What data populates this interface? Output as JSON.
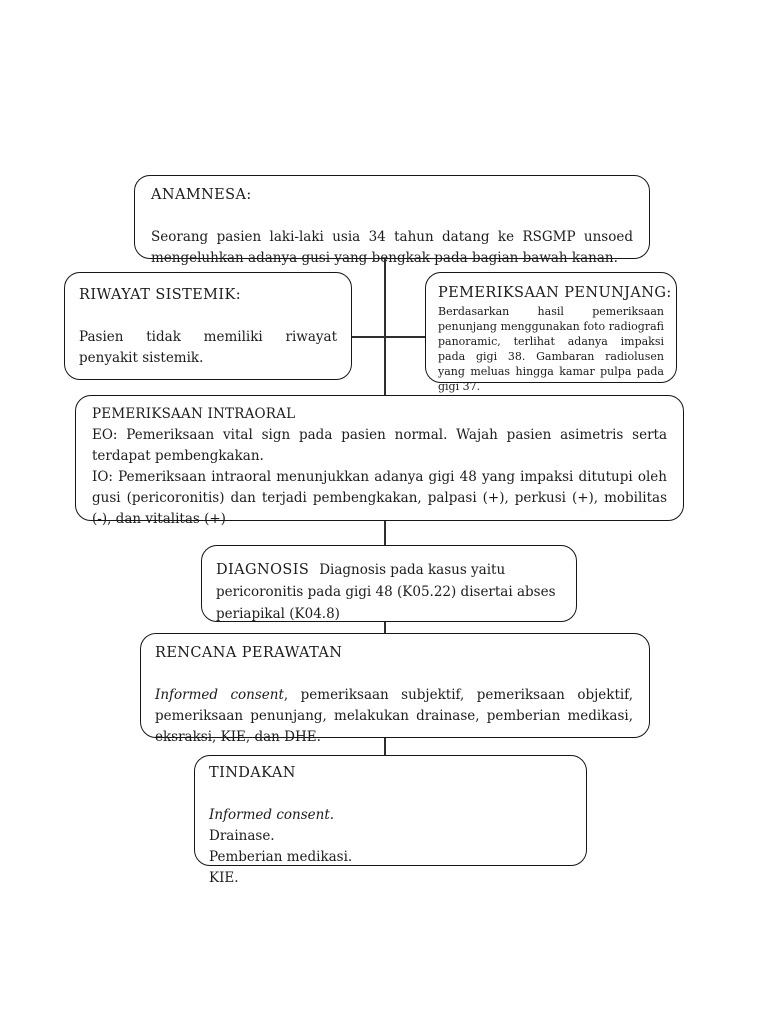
{
  "page": {
    "background_color": "#ffffff",
    "border_color": "#161616",
    "connector_color": "#2f2f2f",
    "text_color": "#1c1c1c"
  },
  "boxes": {
    "anamnesa": {
      "title": "ANAMNESA:",
      "body": "Seorang pasien laki-laki usia 34 tahun datang ke RSGMP unsoed mengeluhkan adanya gusi yang bengkak pada bagian bawah kanan."
    },
    "riwayat_sistemik": {
      "title": "RIWAYAT SISTEMIK:",
      "body": "Pasien tidak memiliki riwayat penyakit sistemik."
    },
    "pemeriksaan_penunjang": {
      "title": "PEMERIKSAAN PENUNJANG:",
      "body": "Berdasarkan hasil pemeriksaan penunjang menggunakan foto radiografi panoramic, terlihat adanya impaksi pada gigi 38. Gambaran radiolusen yang meluas hingga kamar pulpa pada gigi 37."
    },
    "pemeriksaan_intraoral": {
      "title": "PEMERIKSAAN INTRAORAL",
      "body_eo": "EO: Pemeriksaan vital sign pada pasien normal. Wajah pasien asimetris serta terdapat pembengkakan.",
      "body_io": "IO: Pemeriksaan intraoral menunjukkan adanya gigi 48 yang impaksi ditutupi oleh gusi (pericoronitis) dan terjadi pembengkakan, palpasi (+), perkusi (+), mobilitas (-), dan vitalitas (+)"
    },
    "diagnosis": {
      "title": "DIAGNOSIS",
      "body": "Diagnosis pada kasus yaitu pericoronitis pada gigi 48 (K05.22) disertai abses periapikal (K04.8)"
    },
    "rencana_perawatan": {
      "title": "RENCANA PERAWATAN",
      "body_italic": "Informed consent",
      "body_rest": ", pemeriksaan subjektif, pemeriksaan objektif, pemeriksaan penunjang, melakukan drainase, pemberian medikasi, eksraksi, KIE, dan DHE."
    },
    "tindakan": {
      "title": "TINDAKAN",
      "items": [
        "Informed consent.",
        "Drainase.",
        "Pemberian medikasi.",
        "KIE."
      ]
    }
  }
}
